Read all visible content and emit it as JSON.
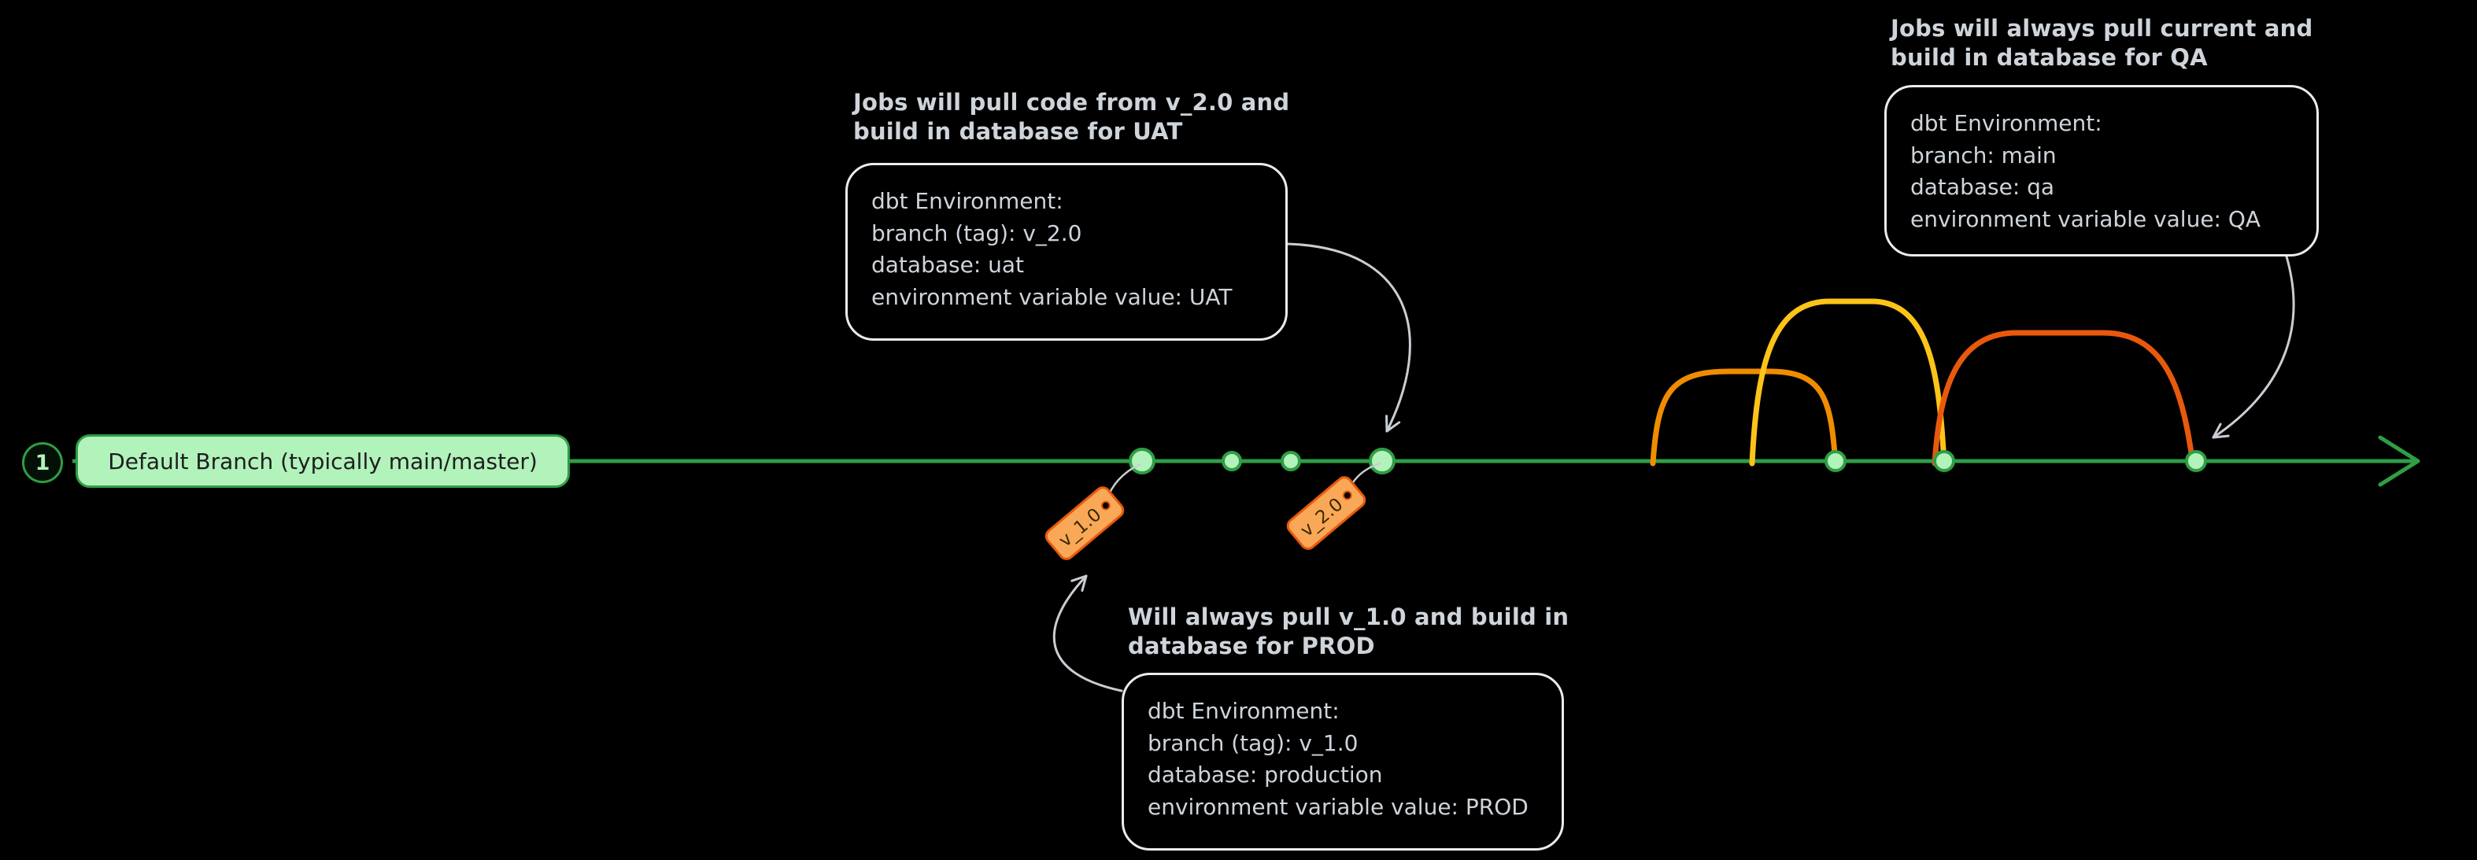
{
  "branch": {
    "step_number": "1",
    "label": "Default Branch (typically main/master)"
  },
  "tags": [
    {
      "label": "v_1.0"
    },
    {
      "label": "v_2.0"
    }
  ],
  "callouts": {
    "uat": {
      "heading": "Jobs will pull code from v_2.0 and build in database for UAT",
      "lines": [
        "dbt Environment:",
        "branch (tag): v_2.0",
        "database: uat",
        "environment variable value: UAT"
      ]
    },
    "qa": {
      "heading": "Jobs will always pull current and build in database for QA",
      "lines": [
        "dbt Environment:",
        "branch: main",
        "database: qa",
        "environment variable value: QA"
      ]
    },
    "prod": {
      "heading": "Will always pull v_1.0 and build in database for PROD",
      "lines": [
        "dbt Environment:",
        "branch (tag): v_1.0",
        "database: production",
        "environment variable value: PROD"
      ]
    }
  },
  "colors": {
    "green": "#2f9e44",
    "green-light": "#b2f2bb",
    "arc1": "#f08c00",
    "arc2": "#fcc419",
    "arc3": "#e8590c",
    "tag-fill": "#f9a858",
    "tag-stroke": "#e8590c",
    "connector": "#c9ced3",
    "text-gray": "#ced4da",
    "box-border": "#e9ecef",
    "bg": "#000000"
  }
}
